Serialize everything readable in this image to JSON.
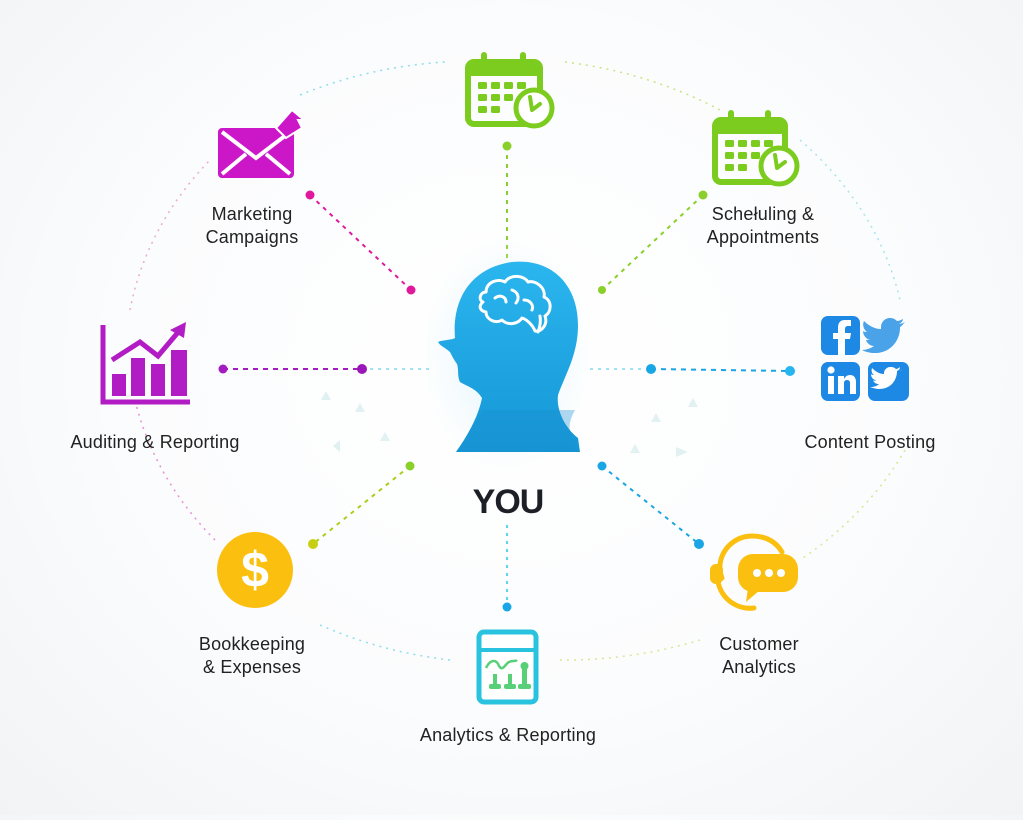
{
  "center": {
    "label": "YOU",
    "icon": "head-brain-icon",
    "color": "#1aa6e4"
  },
  "nodes": [
    {
      "id": "scheduling-top",
      "label_lines": [],
      "icon": "calendar-clock-icon",
      "color": "#7ccc1f"
    },
    {
      "id": "scheduling-appointments",
      "label_lines": [
        "Schełuling &",
        "Appointments"
      ],
      "icon": "calendar-clock-icon",
      "color": "#7ccc1f"
    },
    {
      "id": "content-posting",
      "label_lines": [
        "Content Posting"
      ],
      "icon": "social-media-icons",
      "color": "#1e88e5"
    },
    {
      "id": "customer-analytics",
      "label_lines": [
        "Customer",
        "Analytics"
      ],
      "icon": "headset-chat-icon",
      "color": "#fbbf0f"
    },
    {
      "id": "analytics-reporting",
      "label_lines": [
        "Analytics & Reporting"
      ],
      "icon": "dashboard-chart-icon",
      "color": "#29c3e0"
    },
    {
      "id": "bookkeeping-expenses",
      "label_lines": [
        "Bookkeeping",
        "& Expenses"
      ],
      "icon": "dollar-coin-icon",
      "color": "#fbbf0f"
    },
    {
      "id": "auditing-reporting",
      "label_lines": [
        "Auditing & Reporting"
      ],
      "icon": "bar-chart-trend-icon",
      "color": "#b21cc4"
    },
    {
      "id": "marketing-campaigns",
      "label_lines": [
        "Marketing",
        "Campaigns"
      ],
      "icon": "envelope-icon",
      "color": "#cc17c9"
    }
  ],
  "connector_colors": {
    "top": "#8bcf2a",
    "upper_right": "#8bcf2a",
    "right": "#1aa6e4",
    "lower_right": "#1aa6e4",
    "bottom": "#29c3e0",
    "lower_left": "#a8cf1a",
    "left": "#a21cbf",
    "upper_left": "#e0189c"
  },
  "social_icons": [
    "facebook-icon",
    "twitter-icon",
    "linkedin-icon",
    "twitter-square-icon"
  ]
}
